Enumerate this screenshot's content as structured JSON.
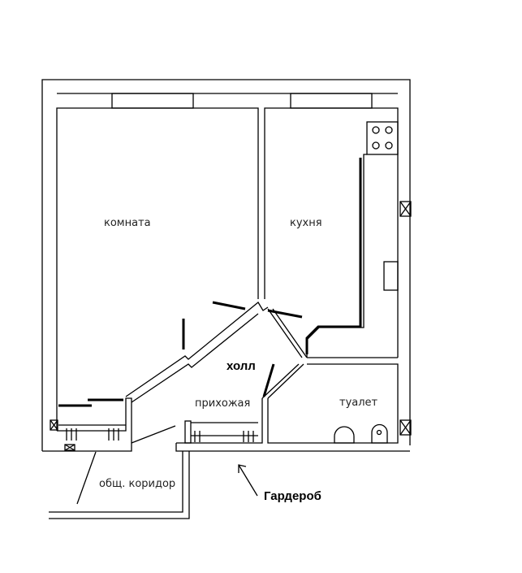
{
  "rooms": {
    "room": "комната",
    "kitchen": "кухня",
    "hall": "холл",
    "entrance": "прихожая",
    "toilet": "туалет",
    "common_corridor": "общ. коридор"
  },
  "annotation": {
    "wardrobe": "Гардероб"
  }
}
